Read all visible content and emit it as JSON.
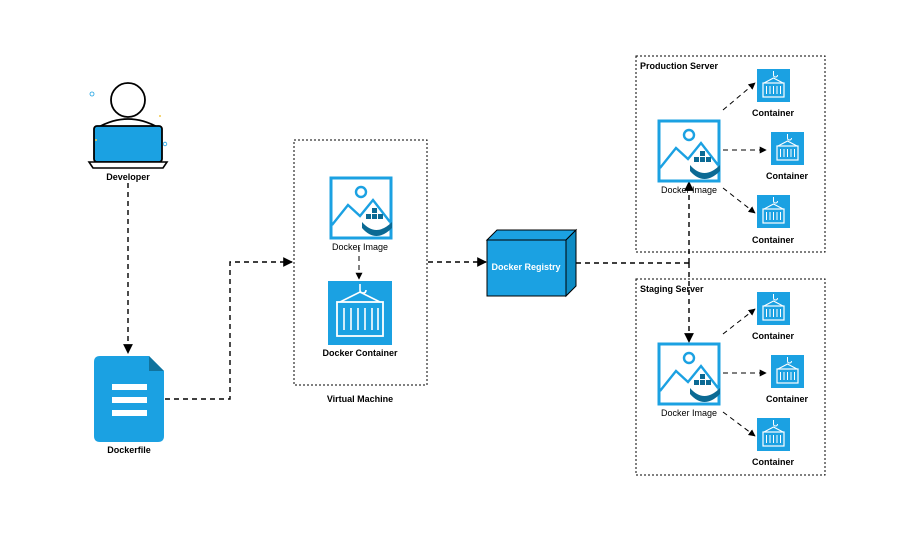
{
  "nodes": {
    "developer": "Developer",
    "dockerfile": "Dockerfile",
    "vm_image": "Docker Image",
    "vm_container": "Docker Container",
    "vm_group": "Virtual Machine",
    "registry": "Docker Registry",
    "prod_group": "Production Server",
    "prod_image": "Docker Image",
    "prod_containers": [
      "Container",
      "Container",
      "Container"
    ],
    "staging_group": "Staging Server",
    "staging_image": "Docker Image",
    "staging_containers": [
      "Container",
      "Container",
      "Container"
    ]
  },
  "colors": {
    "accent": "#1ba1e2",
    "accent_dark": "#10739e",
    "stroke": "#000000"
  }
}
